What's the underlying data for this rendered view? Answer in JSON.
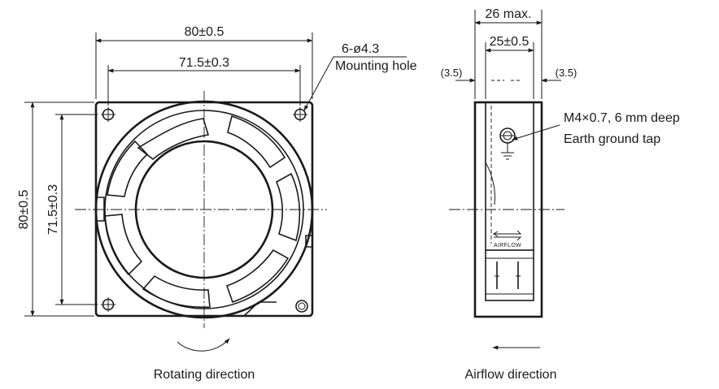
{
  "labels": {
    "dim_width_outer": "80±0.5",
    "dim_width_hole": "71.5±0.3",
    "dim_height_outer": "80±0.5",
    "dim_height_hole": "71.5±0.3",
    "mounting_hole_count": "6-ø4.3",
    "mounting_hole_text": "Mounting hole",
    "dim_depth_max": "26 max.",
    "dim_depth": "25±0.5",
    "dim_left_offset": "(3.5)",
    "dim_right_offset": "(3.5)",
    "tap_spec": "M4×0.7, 6 mm deep",
    "tap_name": "Earth ground tap",
    "airflow_mark": "AIRFLOW",
    "rotating_caption": "Rotating direction",
    "airflow_caption": "Airflow direction"
  }
}
